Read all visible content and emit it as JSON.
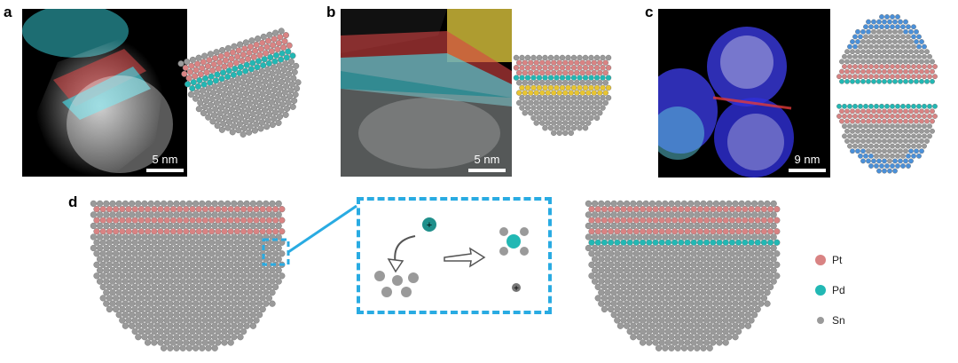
{
  "panels": {
    "a": {
      "letter": "a",
      "scale_label": "5 nm"
    },
    "b": {
      "letter": "b",
      "scale_label": "5 nm"
    },
    "c": {
      "letter": "c",
      "scale_label": "9 nm"
    },
    "d": {
      "letter": "d"
    }
  },
  "legend": [
    {
      "label": "Pt",
      "color": "#d98383"
    },
    {
      "label": "Pd",
      "color": "#22b8b4"
    },
    {
      "label": "Sn",
      "color": "#9a9a9a"
    }
  ],
  "colors": {
    "pt": "#d98383",
    "pd": "#22b8b4",
    "sn": "#9a9a9a",
    "highlight": "#e8c531",
    "accent": "#29abe2",
    "cation": "#1f8f8b"
  },
  "inset_symbols": {
    "charge_plus": "+"
  }
}
